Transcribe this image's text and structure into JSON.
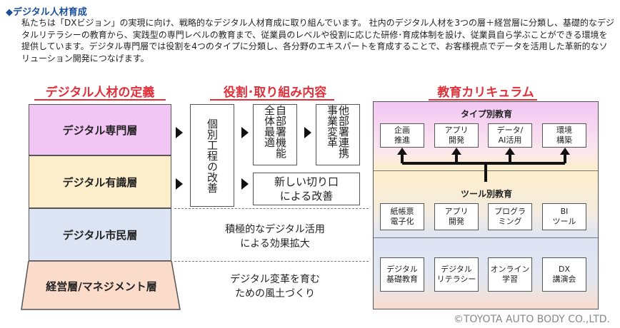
{
  "section": {
    "title": "◆デジタル人材育成",
    "intro": "私たちは「DXビジョン」の実現に向け、戦略的なデジタル人材育成に取り組んでいます。 社内のデジタル人材を3つの層＋経営層に分類し、基礎的なデジタルリテラシーの教育から、実践型の専門レベルの教育まで、従業員のレベルや役割に応じた研修･育成体制を設け、従業員自ら学ぶことができる環境を提供しています。デジタル専門層では役割を4つのタイプに分類し、各分野のエキスパートを育成することで、お客様視点でデータを活用した革新的なソリューション開発につなげます。"
  },
  "headings": {
    "definition": "デジタル人材の定義",
    "roles": "役割･取り組み内容",
    "curriculum": "教育カリキュラム"
  },
  "layers": [
    {
      "label": "デジタル専門層",
      "color": "#f2c6f4"
    },
    {
      "label": "デジタル有識層",
      "color": "#fdeecb"
    },
    {
      "label": "デジタル市民層",
      "color": "#dde4f4"
    },
    {
      "label": "経営層/マネジメント層",
      "color": "#fbdcca"
    }
  ],
  "roles": {
    "box1": "個別工程の改善",
    "box2": "自部署機能全体最適",
    "box3": "他部署連携事業変革",
    "box4": "新しい切り口\nによる改善",
    "citizen": "積極的なデジタル活用\nによる効果拡大",
    "management": "デジタル変革を育む\nための風土づくり"
  },
  "curriculum": {
    "type_label": "タイプ別教育",
    "type_items": [
      "企画\n推進",
      "アプリ\n開発",
      "データ/\nAI活用",
      "環境\n構築"
    ],
    "tool_label": "ツール別教育",
    "tool_items": [
      "紙帳票\n電子化",
      "アプリ\n開発",
      "プログラ\nミング",
      "BI\nツール"
    ],
    "basic_items": [
      "デジタル\n基礎教育",
      "デジタル\nリテラシー",
      "オンライン\n学習",
      "DX\n講演会"
    ]
  },
  "copyright": "©TOYOTA AUTO BODY CO.,LTD."
}
